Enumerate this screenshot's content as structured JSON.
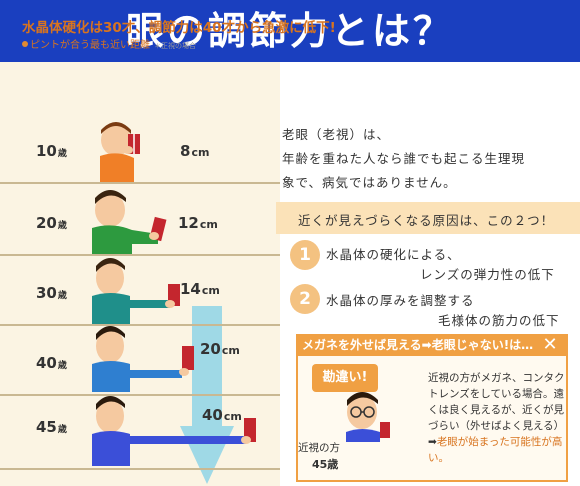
{
  "banner": {
    "title": "眼の調節力とは？"
  },
  "left": {
    "title": "水晶体硬化は30才、調節力は40才から急激に低下!",
    "subtitle": "ピントが合う最も近い距離",
    "note": "＊正視の場合",
    "rows": [
      {
        "age": "10",
        "age_unit": "歳",
        "dist": "8",
        "dist_unit": "cm"
      },
      {
        "age": "20",
        "age_unit": "歳",
        "dist": "12",
        "dist_unit": "cm"
      },
      {
        "age": "30",
        "age_unit": "歳",
        "dist": "14",
        "dist_unit": "cm"
      },
      {
        "age": "40",
        "age_unit": "歳",
        "dist": "20",
        "dist_unit": "cm"
      },
      {
        "age": "45",
        "age_unit": "歳",
        "dist": "40",
        "dist_unit": "cm"
      }
    ]
  },
  "right": {
    "paragraph_lines": [
      "老眼（老視）は、",
      "年齢を重ねた人なら誰でも起こる生理現",
      "象で、病気ではありません。"
    ],
    "cause_label": "近くが見えづらくなる原因は、この２つ！",
    "items": [
      {
        "num": "1",
        "line1": "水晶体の硬化による、",
        "line2": "レンズの弾力性の低下"
      },
      {
        "num": "2",
        "line1": "水晶体の厚みを調整する",
        "line2": "毛様体の筋力の低下"
      }
    ]
  },
  "warning": {
    "title": "メガネを外せば見える➡老眼じゃない!は…",
    "close_symbol": "✕",
    "badge": "勘違い!",
    "text_plain": "近視の方がメガネ、コンタクトレンズをしている場合。遠くは良く見えるが、近くが見づらい（外せばよく見える）",
    "arrow": "➡",
    "text_highlight": "老眼が始まった可能性が高い。",
    "person_label": "近視の方",
    "person_age": "45歳"
  },
  "colors": {
    "banner": "#1a3fbf",
    "accent": "#f0a043",
    "highlight_text": "#d8741f",
    "panel_bg": "#fbf4e3",
    "arrow": "#8ed3e6"
  }
}
